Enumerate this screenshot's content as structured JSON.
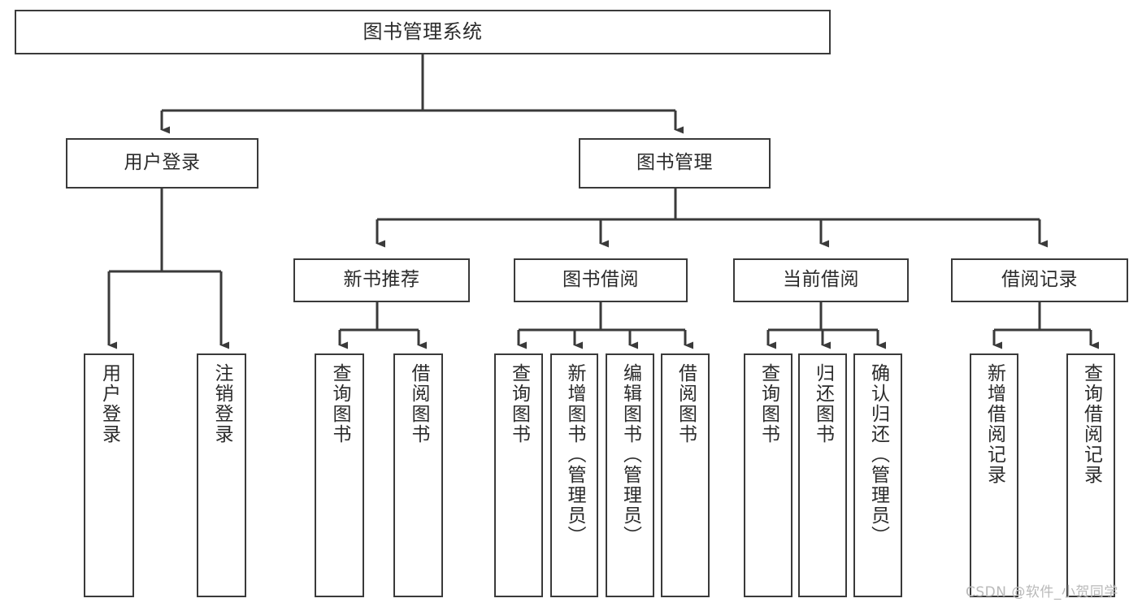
{
  "diagram": {
    "title": "图书管理系统",
    "type": "hierarchy-tree",
    "levels": 4,
    "colors": {
      "box_border": "#3a3a3a",
      "box_fill": "#ffffff",
      "connector": "#3a3a3a",
      "text": "#2b2b2b",
      "watermark": "#b9b9b9"
    },
    "root": {
      "id": "root",
      "label": "图书管理系统",
      "orientation": "horizontal"
    },
    "level2": [
      {
        "id": "user-login",
        "label": "用户登录",
        "orientation": "horizontal"
      },
      {
        "id": "book-management",
        "label": "图书管理",
        "orientation": "horizontal"
      }
    ],
    "level3": [
      {
        "id": "new-book-recommend",
        "label": "新书推荐",
        "orientation": "horizontal",
        "parent": "book-management"
      },
      {
        "id": "book-borrow",
        "label": "图书借阅",
        "orientation": "horizontal",
        "parent": "book-management"
      },
      {
        "id": "current-borrow",
        "label": "当前借阅",
        "orientation": "horizontal",
        "parent": "book-management"
      },
      {
        "id": "borrow-record",
        "label": "借阅记录",
        "orientation": "horizontal",
        "parent": "book-management"
      }
    ],
    "leaves": [
      {
        "id": "leaf-user-login",
        "label": "用户登录",
        "orientation": "vertical",
        "parent": "user-login"
      },
      {
        "id": "leaf-logout-login",
        "label": "注销登录",
        "orientation": "vertical",
        "parent": "user-login"
      },
      {
        "id": "leaf-query-book-1",
        "label": "查询图书",
        "orientation": "vertical",
        "parent": "new-book-recommend"
      },
      {
        "id": "leaf-borrow-book-1",
        "label": "借阅图书",
        "orientation": "vertical",
        "parent": "new-book-recommend"
      },
      {
        "id": "leaf-query-book-2",
        "label": "查询图书",
        "orientation": "vertical",
        "parent": "book-borrow"
      },
      {
        "id": "leaf-add-book",
        "label": "新增图书（管理员）",
        "orientation": "vertical",
        "parent": "book-borrow"
      },
      {
        "id": "leaf-edit-book",
        "label": "编辑图书（管理员）",
        "orientation": "vertical",
        "parent": "book-borrow"
      },
      {
        "id": "leaf-borrow-book-2",
        "label": "借阅图书",
        "orientation": "vertical",
        "parent": "book-borrow"
      },
      {
        "id": "leaf-query-book-3",
        "label": "查询图书",
        "orientation": "vertical",
        "parent": "current-borrow"
      },
      {
        "id": "leaf-return-book",
        "label": "归还图书",
        "orientation": "vertical",
        "parent": "current-borrow"
      },
      {
        "id": "leaf-confirm-return",
        "label": "确认归还（管理员）",
        "orientation": "vertical",
        "parent": "current-borrow"
      },
      {
        "id": "leaf-add-borrow-record",
        "label": "新增借阅记录",
        "orientation": "vertical",
        "parent": "borrow-record"
      },
      {
        "id": "leaf-query-borrow-record",
        "label": "查询借阅记录",
        "orientation": "vertical",
        "parent": "borrow-record"
      }
    ]
  },
  "watermark": {
    "text": "CSDN @软件_小贺同学"
  }
}
